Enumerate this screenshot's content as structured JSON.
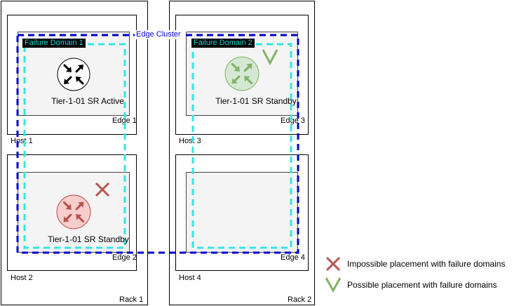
{
  "racks": [
    {
      "label": "Rack 1"
    },
    {
      "label": "Rack 2"
    }
  ],
  "hosts": [
    {
      "label": "Host 1",
      "edge": "Edge 1"
    },
    {
      "label": "Host 2",
      "edge": "Edge 2"
    },
    {
      "label": "Host 3",
      "edge": "Edge 3"
    },
    {
      "label": "Host 4",
      "edge": "Edge 4"
    }
  ],
  "edge_cluster_label": "Edge Cluster",
  "failure_domains": [
    {
      "label": "Failure Domain 1"
    },
    {
      "label": "Failure Domain 2"
    }
  ],
  "routers": [
    {
      "label": "Tier-1-01 SR Active",
      "state": "active"
    },
    {
      "label": "Tier-1-01 SR Standby",
      "state": "possible"
    },
    {
      "label": "Tier-1-01 SR Standby",
      "state": "impossible"
    }
  ],
  "legend": [
    {
      "icon": "cross-icon",
      "text": "Impossible placement with failure domains"
    },
    {
      "icon": "check-icon",
      "text": "Possible placement with failure domains"
    }
  ],
  "colors": {
    "edge_cluster": "#0000cc",
    "failure_domain": "#33e6e6",
    "active_router": "#ffffff",
    "possible_router": "#d5e8d4",
    "possible_accent": "#82b366",
    "impossible_router": "#f8cecc",
    "impossible_accent": "#b85450"
  }
}
